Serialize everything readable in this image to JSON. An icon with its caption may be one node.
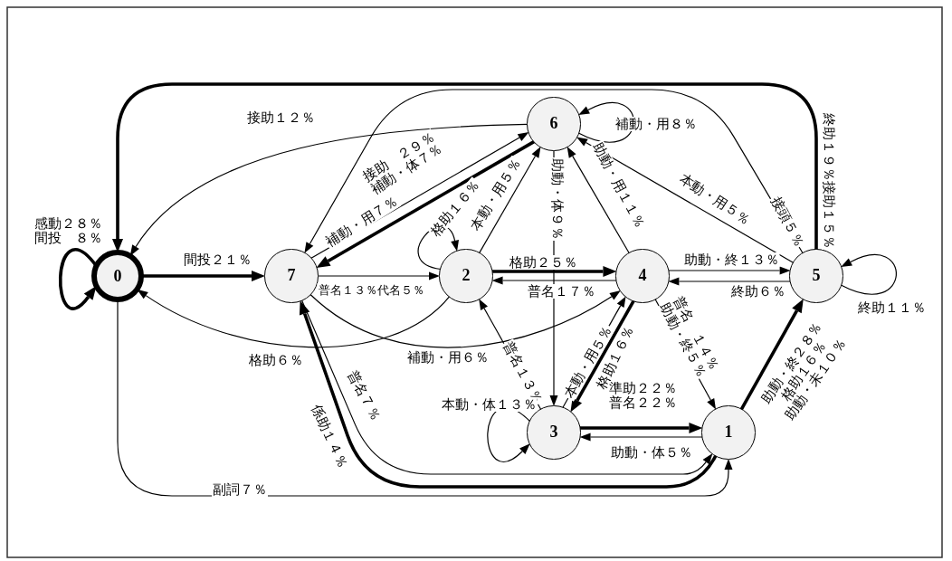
{
  "diagram": {
    "nodes": [
      {
        "text": [
          "0"
        ]
      },
      {
        "text": [
          "1"
        ]
      },
      {
        "text": [
          "2"
        ]
      },
      {
        "text": [
          "3"
        ]
      },
      {
        "text": [
          "4"
        ]
      },
      {
        "text": [
          "5"
        ]
      },
      {
        "text": [
          "6"
        ]
      },
      {
        "text": [
          "7"
        ]
      }
    ],
    "edges": [
      {
        "from": 0,
        "to": 0,
        "arrow": "to",
        "label": "感動２８％間投　８％",
        "style": "thick"
      },
      {
        "from": 0,
        "to": 7,
        "arrow": "to",
        "label": "間投２１％",
        "style": "thick"
      },
      {
        "from": 5,
        "to": 0,
        "arrow": "to",
        "label": "終助１９％接助１５％",
        "style": "thick"
      },
      {
        "from": 6,
        "to": 0,
        "arrow": "to",
        "label": "接助１２％"
      },
      {
        "from": 2,
        "to": 0,
        "arrow": "to",
        "label": "格助６％"
      },
      {
        "from": 0,
        "to": 1,
        "arrow": "to",
        "label": "副詞７％"
      },
      {
        "from": 6,
        "to": 7,
        "arrow": "to",
        "label": "接助　２９％補動・体７％",
        "style": "thick"
      },
      {
        "from": 7,
        "to": 6,
        "arrow": "to",
        "label": "補動・用７％"
      },
      {
        "from": 7,
        "to": 2,
        "arrow": "to",
        "label": "普名１３％代名５％"
      },
      {
        "from": 2,
        "to": 2,
        "arrow": "to",
        "label": "格助１６％"
      },
      {
        "from": 2,
        "to": 6,
        "arrow": "to",
        "label": "本動・用５％"
      },
      {
        "from": 2,
        "to": 4,
        "arrow": "to",
        "label": "格助２５％",
        "style": "thick"
      },
      {
        "from": 4,
        "to": 2,
        "arrow": "to",
        "label": "普名１７％"
      },
      {
        "from": 6,
        "to": 3,
        "arrow": "to",
        "label": "助動・体９％"
      },
      {
        "from": 6,
        "to": 6,
        "arrow": "to",
        "label": "補動・用８％"
      },
      {
        "from": 4,
        "to": 6,
        "arrow": "to",
        "label": "助動・用１１％"
      },
      {
        "from": 5,
        "to": 6,
        "arrow": "to",
        "label": "本動・用５％"
      },
      {
        "from": 5,
        "to": 7,
        "arrow": "to",
        "label": "接頭５％"
      },
      {
        "from": 4,
        "to": 5,
        "arrow": "to",
        "label": "助動・終１３％"
      },
      {
        "from": 5,
        "to": 4,
        "arrow": "to",
        "label": "終助６％"
      },
      {
        "from": 5,
        "to": 5,
        "arrow": "to",
        "label": "終助１１％"
      },
      {
        "from": 7,
        "to": 4,
        "arrow": "to",
        "label": "補動・用６％"
      },
      {
        "from": 3,
        "to": 2,
        "arrow": "to",
        "label": "普名１３％"
      },
      {
        "from": 3,
        "to": 4,
        "arrow": "to",
        "label": "本動・用５％"
      },
      {
        "from": 4,
        "to": 3,
        "arrow": "to",
        "label": "格助１６％",
        "style": "thick"
      },
      {
        "from": 4,
        "to": 1,
        "arrow": "to",
        "label": "普名　１４％助動・終５％"
      },
      {
        "from": 3,
        "to": 3,
        "arrow": "to",
        "label": "本動・体１３％"
      },
      {
        "from": 3,
        "to": 1,
        "arrow": "to",
        "label": "準助２２％普名２２％",
        "style": "thick"
      },
      {
        "from": 1,
        "to": 3,
        "arrow": "to",
        "label": "助動・体５％"
      },
      {
        "from": 1,
        "to": 5,
        "arrow": "to",
        "label": "助動・終２８％格助１６％助動・未１０％",
        "style": "thick"
      },
      {
        "from": 1,
        "to": 7,
        "arrow": "to",
        "label": "係助１４％",
        "style": "thick"
      },
      {
        "from": 7,
        "to": 1,
        "arrow": "to",
        "label": "普名７％"
      }
    ]
  }
}
